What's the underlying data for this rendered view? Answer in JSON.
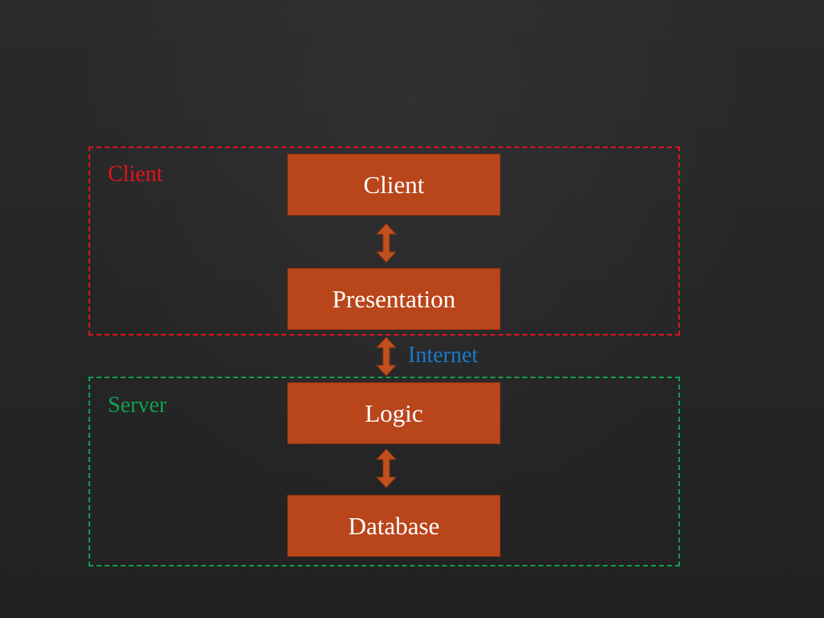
{
  "zones": {
    "client_label": "Client",
    "server_label": "Server"
  },
  "boxes": {
    "client": "Client",
    "presentation": "Presentation",
    "logic": "Logic",
    "database": "Database"
  },
  "connector": {
    "internet_label": "Internet"
  },
  "colors": {
    "client_zone": "#e0141e",
    "server_zone": "#10a050",
    "box_fill": "#b9451b",
    "arrow": "#c0511e",
    "internet_text": "#1a7acc"
  }
}
